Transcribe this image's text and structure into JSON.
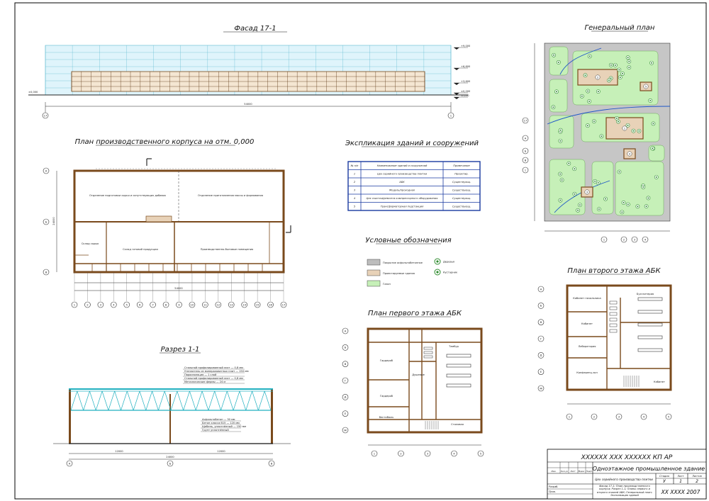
{
  "titles": {
    "facade": "Фасад 17-1",
    "plan": "План производственного корпуса на отм. 0,000",
    "section": "Разрез 1-1",
    "explication": "Экспликация зданий и сооружений",
    "legend": "Условные обозначения",
    "abk1": "План первого этажа АБК",
    "abk2": "План второго этажа АБК",
    "genplan": "Генеральный план"
  },
  "explication": {
    "headers": [
      "№ п/п",
      "Наименование зданий и сооружений",
      "Примечание"
    ],
    "rows": [
      [
        "1",
        "Цех серийного производства плитки",
        "Проектир."
      ],
      [
        "2",
        "АБК",
        "Существующ."
      ],
      [
        "3",
        "Модуль/проходная",
        "Существующ."
      ],
      [
        "4",
        "Цех очистки/ремонта компрессорного оборудования",
        "Существующ."
      ],
      [
        "5",
        "Трансформаторная подстанция",
        "Существующ."
      ]
    ]
  },
  "legend_items": [
    {
      "label": "Покрытие асфальтобетонное",
      "color": "#bdbdbd"
    },
    {
      "label": "Проектируемые здания",
      "color": "#e8d2b8"
    },
    {
      "label": "Газон",
      "color": "#c6f0b8"
    },
    {
      "label": "Деревья",
      "color": "#2e8b2e"
    },
    {
      "label": "Кустарник",
      "color": "#2e8b2e"
    }
  ],
  "plan_labels": {
    "room1": "Отделение подготовки сырья и сопутствующих добавок",
    "room2": "Отделение приготовления массы и формования",
    "room3": "Склад готовой продукции",
    "room4": "Склад сырья",
    "room5": "Производственно-бытовые помещения"
  },
  "section_notes": [
    "Стальной профилированный лист — 0,8 мм",
    "Утеплитель из минераловатных плит — 150 мм",
    "Пароизоляция — 1 слой",
    "Стальной профилированный лист — 0,8 мм",
    "Металлические фермы — 24 м"
  ],
  "section_notes2": [
    "Асфальтобетон — 30 мм",
    "Бетон класса B15 — 120 мм",
    "Щебень, уплотнённый — 150 мм",
    "Грунт уплотнённый"
  ],
  "abk1_rooms": [
    "Гардероб",
    "Гардероб",
    "Душевые",
    "Тамбур",
    "Вестибюль",
    "Столовая"
  ],
  "abk2_rooms": [
    "Кабинет начальника",
    "Кабинет",
    "Лаборатория",
    "Бухгалтерия",
    "Конференц-зал",
    "Кабинет"
  ],
  "title_block": {
    "code": "XXXXXX  XXX  XXXXXX  КП  АР",
    "subject": "Одноэтажное промышленное здание",
    "sheet_desc": "Цех серийного производства плитки",
    "sheet_content": "Фасад 17-1; План производственного корпуса; Разрез 1-1; Планы первого и второго этажей АБК; Генеральный план; Экспликация зданий",
    "stage_h": "Стадия",
    "sheet_h": "Лист",
    "sheets_h": "Листов",
    "stage": "У",
    "sheet": "1",
    "sheets": "2",
    "org": "ХХ ХХХХ 2007",
    "roles": [
      "Изм.",
      "Кол.уч",
      "Лист",
      "№док",
      "Подп.",
      "Дата"
    ],
    "people": [
      "Разраб.",
      "Пров."
    ]
  },
  "dims": {
    "facade_total": "54000",
    "section_total": "24000",
    "section_half": "12000",
    "plan_total": "54000",
    "plan_height": "24000"
  },
  "facade_marks": [
    "+9,000",
    "+6,600",
    "+3,600",
    "±0,000",
    "-0,150"
  ],
  "plan_axes_cols": [
    "1",
    "2",
    "3",
    "4",
    "5",
    "6",
    "7",
    "8",
    "9",
    "10",
    "11",
    "12",
    "13",
    "14",
    "15",
    "16",
    "17"
  ],
  "plan_axes_rows": [
    "А",
    "Б",
    "В"
  ],
  "section_axes": [
    "А",
    "Б",
    "В"
  ],
  "abk_axes_cols": [
    "1",
    "2",
    "3",
    "4",
    "5"
  ],
  "abk_axes_rows": [
    "А",
    "Б",
    "В",
    "Г",
    "Д",
    "Е",
    "Ж"
  ],
  "gp_building_nums": [
    "1",
    "2",
    "3",
    "4",
    "5"
  ]
}
